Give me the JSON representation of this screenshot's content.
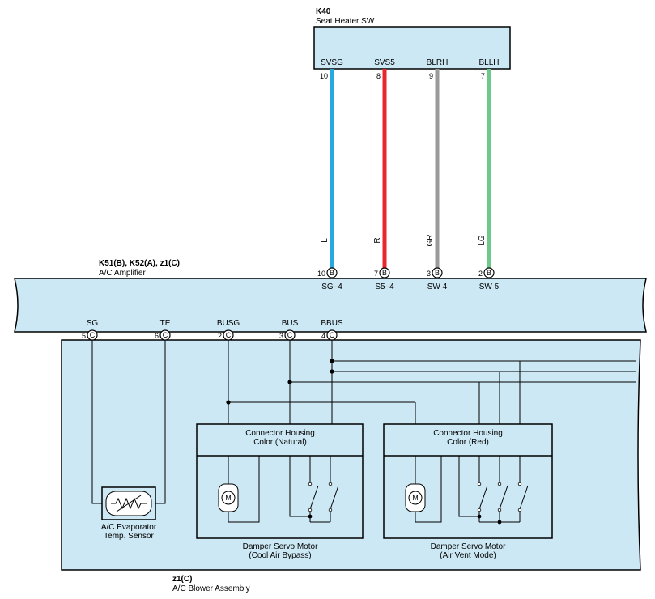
{
  "seat_heater_sw": {
    "code": "K40",
    "name": "Seat Heater SW",
    "terminals": [
      {
        "name": "SVSG",
        "pin": "10",
        "wire_color": "L",
        "color_hex": "#29a8e0"
      },
      {
        "name": "SVS5",
        "pin": "8",
        "wire_color": "R",
        "color_hex": "#e8262b"
      },
      {
        "name": "BLRH",
        "pin": "9",
        "wire_color": "GR",
        "color_hex": "#9a9a9a"
      },
      {
        "name": "BLLH",
        "pin": "7",
        "wire_color": "LG",
        "color_hex": "#6cc98b"
      }
    ]
  },
  "ac_amplifier": {
    "code": "K51(B), K52(A), z1(C)",
    "name": "A/C Amplifier",
    "top_terminals": [
      {
        "pin": "10",
        "connector": "B",
        "label": "SG–4"
      },
      {
        "pin": "7",
        "connector": "B",
        "label": "S5–4"
      },
      {
        "pin": "3",
        "connector": "B",
        "label": "SW 4"
      },
      {
        "pin": "2",
        "connector": "B",
        "label": "SW 5"
      }
    ],
    "bottom_terminals": [
      {
        "pin": "5",
        "connector": "C",
        "label": "SG"
      },
      {
        "pin": "6",
        "connector": "C",
        "label": "TE"
      },
      {
        "pin": "2",
        "connector": "C",
        "label": "BUSG"
      },
      {
        "pin": "3",
        "connector": "C",
        "label": "BUS"
      },
      {
        "pin": "4",
        "connector": "C",
        "label": "BBUS"
      }
    ]
  },
  "blower_assembly": {
    "code": "z1(C)",
    "name": "A/C Blower Assembly"
  },
  "evaporator_sensor": {
    "line1": "A/C Evaporator",
    "line2": "Temp.  Sensor"
  },
  "servo_cool": {
    "housing_line1": "Connector Housing",
    "housing_line2": "Color (Natural)",
    "motor_symbol": "M",
    "name_line1": "Damper Servo Motor",
    "name_line2": "(Cool Air Bypass)"
  },
  "servo_vent": {
    "housing_line1": "Connector Housing",
    "housing_line2": "Color (Red)",
    "motor_symbol": "M",
    "name_line1": "Damper Servo Motor",
    "name_line2": "(Air Vent Mode)"
  },
  "colors": {
    "panel_fill": "#cce8f4",
    "line": "#000000"
  }
}
